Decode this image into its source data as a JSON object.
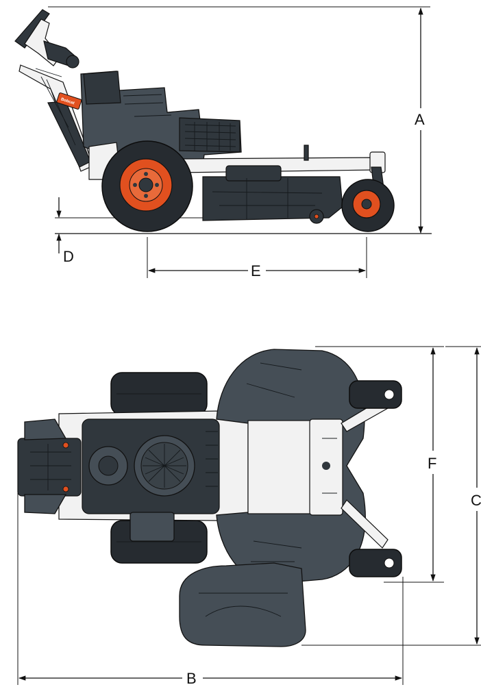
{
  "brand": {
    "logo_text": "Bobcat",
    "accent_color": "#e1501f",
    "body_color": "#454e56"
  },
  "dimensions": {
    "A": "A",
    "B": "B",
    "C": "C",
    "D": "D",
    "E": "E",
    "F": "F"
  }
}
